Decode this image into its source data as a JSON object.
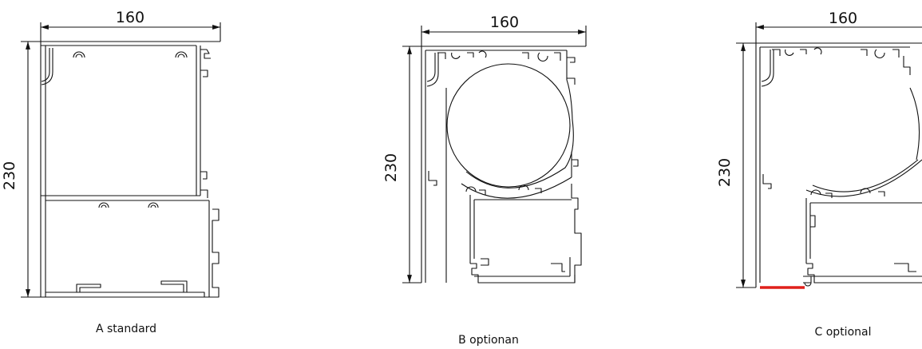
{
  "figures": [
    {
      "id": "A",
      "caption": "A standard",
      "width_label": "160",
      "height_label": "230"
    },
    {
      "id": "B",
      "caption": "B optionan",
      "width_label": "160",
      "height_label": "230"
    },
    {
      "id": "C",
      "caption": "C optional",
      "width_label": "160",
      "height_label": "230"
    }
  ],
  "colors": {
    "line": "#111111",
    "highlight": "#e0201b",
    "background": "#ffffff"
  }
}
